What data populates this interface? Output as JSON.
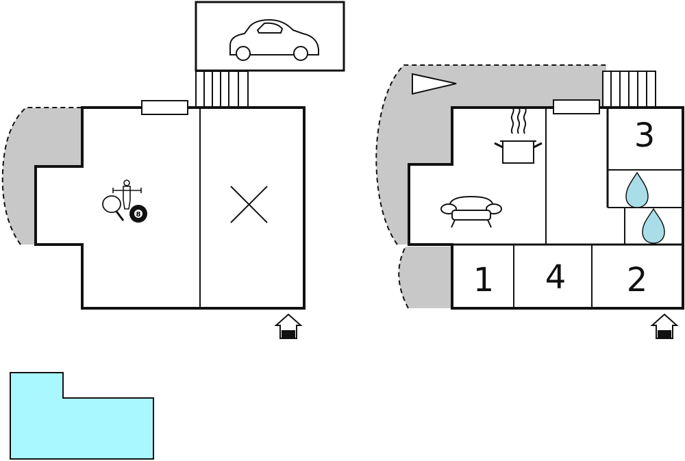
{
  "colors": {
    "wall": "#111111",
    "terrace": "#c8c8c8",
    "pool": "#aaf8ff",
    "water": "#a9dde8",
    "background": "#ffffff"
  },
  "left_building": {
    "icons": [
      "car-icon",
      "ping-pong-paddle-icon",
      "table-football-icon",
      "billiard-ball-icon",
      "bedroom-cross-icon",
      "entrance-icon"
    ],
    "billiard_ball_number": "8"
  },
  "right_building": {
    "rooms": [
      {
        "name": "room-1",
        "label": "1"
      },
      {
        "name": "room-4",
        "label": "4"
      },
      {
        "name": "room-2",
        "label": "2"
      },
      {
        "name": "room-3",
        "label": "3"
      }
    ],
    "icons": [
      "north-arrow-icon",
      "cooking-pot-icon",
      "sofa-icon",
      "water-drop-icon",
      "entrance-icon"
    ]
  },
  "pool": {
    "icon": "pool-shape"
  }
}
